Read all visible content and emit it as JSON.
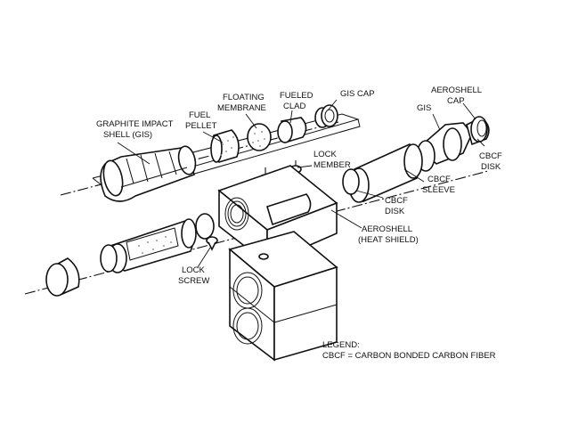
{
  "labels": {
    "gis_line1": "GRAPHITE IMPACT",
    "gis_line2": "SHELL (GIS)",
    "fuel_pellet_line1": "FUEL",
    "fuel_pellet_line2": "PELLET",
    "floating_membrane_line1": "FLOATING",
    "floating_membrane_line2": "MEMBRANE",
    "fueled_clad_line1": "FUELED",
    "fueled_clad_line2": "CLAD",
    "gis_cap": "GIS CAP",
    "aeroshell_cap_line1": "AEROSHELL",
    "aeroshell_cap_line2": "CAP",
    "gis_right": "GIS",
    "cbcf_disk_right_line1": "CBCF",
    "cbcf_disk_right_line2": "DISK",
    "lock_member_line1": "LOCK",
    "lock_member_line2": "MEMBER",
    "cbcf_sleeve_line1": "CBCF",
    "cbcf_sleeve_line2": "SLEEVE",
    "cbcf_disk_line1": "CBCF",
    "cbcf_disk_line2": "DISK",
    "aeroshell_line1": "AEROSHELL",
    "aeroshell_line2": "(HEAT SHIELD)",
    "lock_screw_line1": "LOCK",
    "lock_screw_line2": "SCREW",
    "legend_title": "LEGEND:",
    "legend_text": "CBCF = CARBON BONDED CARBON FIBER"
  }
}
